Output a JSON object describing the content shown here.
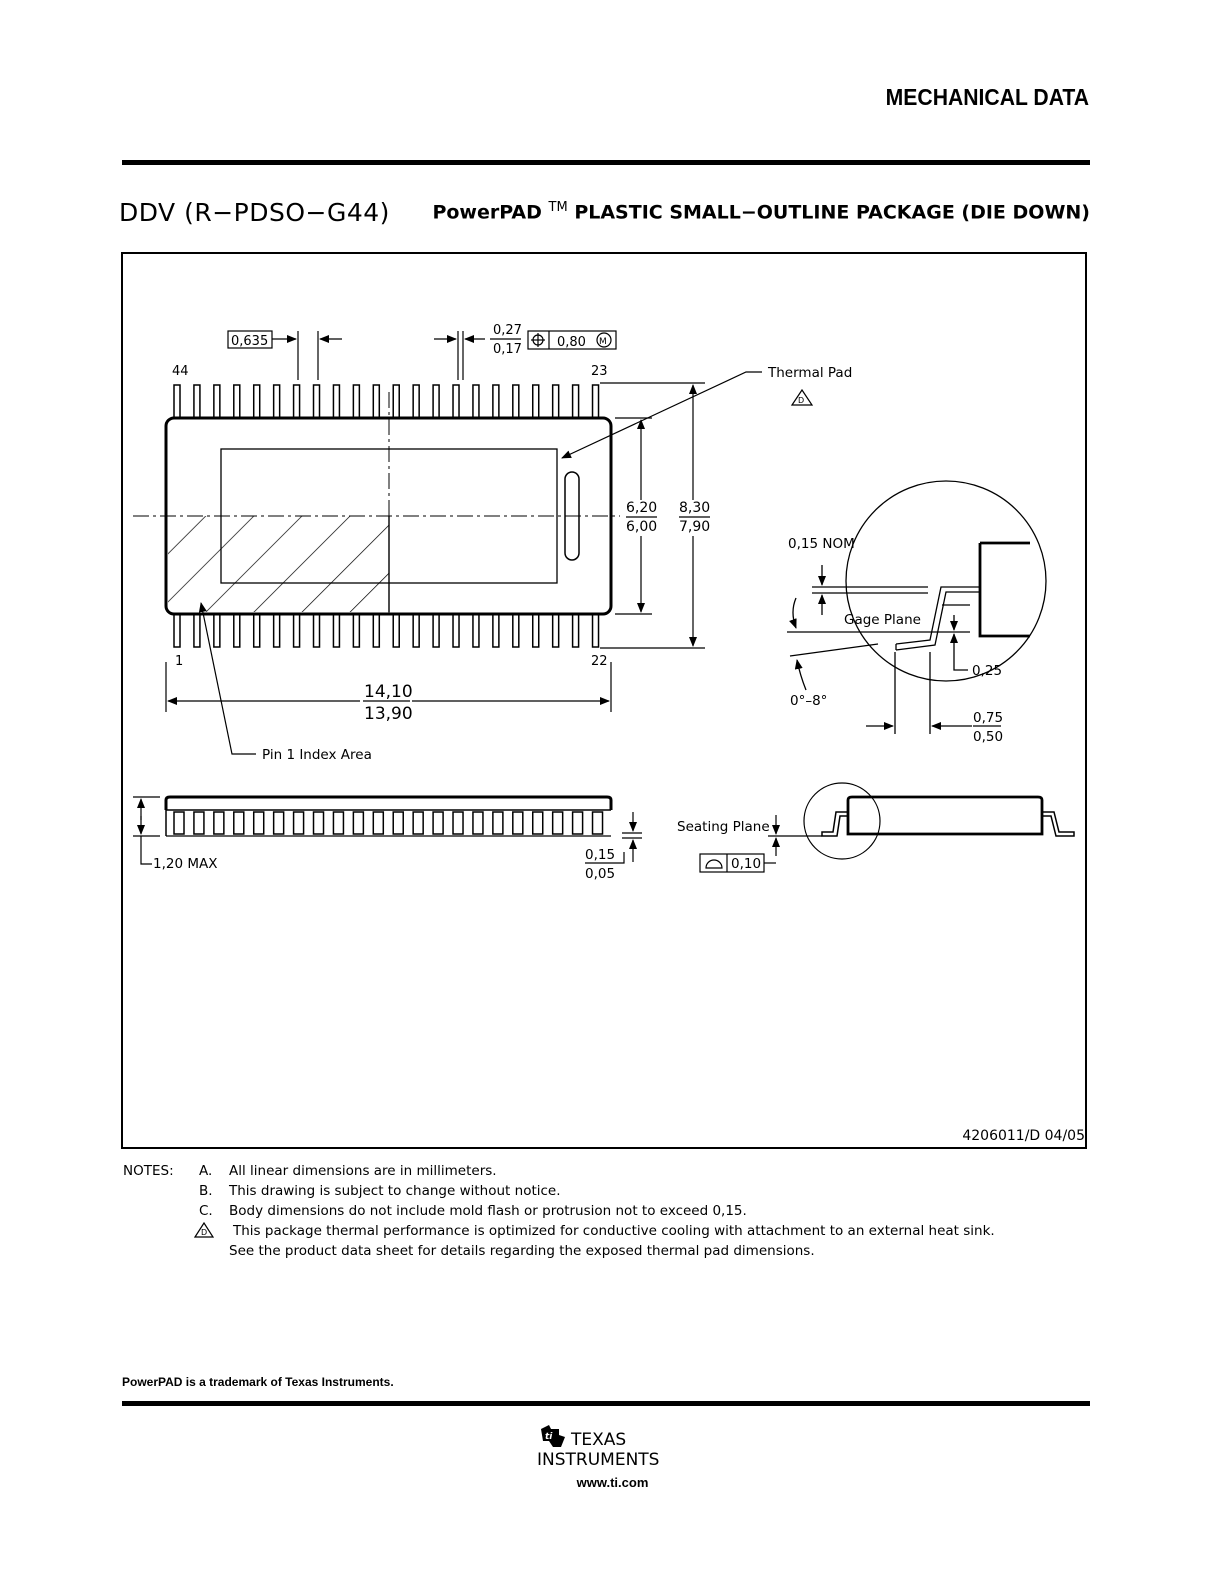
{
  "header": {
    "section_title": "MECHANICAL DATA"
  },
  "package": {
    "id": "DDV (R−PDSO−G44)",
    "brand": "PowerPAD",
    "tm": "TM",
    "title_rest": "PLASTIC SMALL−OUTLINE PACKAGE (DIE DOWN)"
  },
  "drawing": {
    "pitch": "0,635",
    "lead_width_max": "0,27",
    "lead_width_min": "0,17",
    "position_tolerance": "0,80",
    "mmc_symbol": "M",
    "pin_44": "44",
    "pin_23": "23",
    "pin_1": "1",
    "pin_22": "22",
    "thermal_pad_label": "Thermal Pad",
    "body_width_max": "6,20",
    "body_width_min": "6,00",
    "overall_width_max": "8,30",
    "overall_width_min": "7,90",
    "body_length_max": "14,10",
    "body_length_min": "13,90",
    "pin1_index": "Pin 1 Index Area",
    "height_max": "1,20 MAX",
    "standoff_max": "0,15",
    "standoff_min": "0,05",
    "seating_plane": "Seating Plane",
    "coplanarity": "0,10",
    "gage_nom": "0,15 NOM",
    "gage_plane": "Gage Plane",
    "gage_offset": "0,25",
    "angle": "0°–8°",
    "foot_length_max": "0,75",
    "foot_length_min": "0,50",
    "note_flag": "D",
    "doc_number": "4206011/D 04/05"
  },
  "notes": {
    "label": "NOTES:",
    "items": [
      {
        "letter": "A.",
        "text": "All linear dimensions are in millimeters."
      },
      {
        "letter": "B.",
        "text": "This drawing is subject to change without notice."
      },
      {
        "letter": "C.",
        "text": "Body dimensions do not include mold flash or protrusion not to exceed 0,15."
      },
      {
        "letter": "D",
        "text": "This package thermal performance is optimized for conductive cooling with attachment to an external heat sink."
      },
      {
        "letter": "",
        "text": "See the product data sheet for details regarding the exposed thermal pad dimensions."
      }
    ]
  },
  "footer": {
    "trademark": "PowerPAD is a trademark of Texas Instruments.",
    "company_line1": "TEXAS",
    "company_line2": "INSTRUMENTS",
    "website": "www.ti.com"
  }
}
